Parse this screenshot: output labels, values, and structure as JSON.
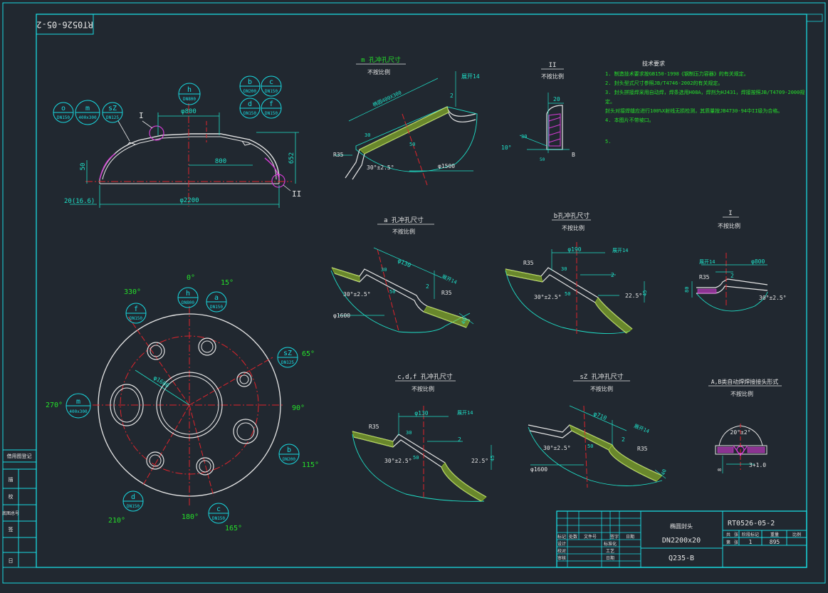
{
  "colors": {
    "background": "#212830",
    "border": "#19d9e0",
    "outline": "#e6e6e6",
    "centerline": "#e0242c",
    "dimension": "#1fe0c8",
    "text_green": "#25e02a",
    "magenta": "#d23cd2",
    "hatch": "#a6d62a"
  },
  "stamp": "RT0526-05-2",
  "main_view": {
    "balloons": [
      "o",
      "m",
      "sZ",
      "h",
      "b",
      "c",
      "d",
      "f"
    ],
    "balloon_dn": [
      "DN150",
      "400x300",
      "DN125",
      "DN800",
      "DN200",
      "DN150",
      "DN150",
      "DN150"
    ],
    "detail_mark_I": "I",
    "detail_mark_II": "II",
    "dims": {
      "phi800": "φ800",
      "d800": "800",
      "d652": "652",
      "d50": "50",
      "d20": "20(16.6)",
      "phi2200": "φ2200"
    }
  },
  "plan_view": {
    "angles": [
      "0°",
      "15°",
      "330°",
      "65°",
      "270°",
      "90°",
      "115°",
      "210°",
      "180°",
      "165°"
    ],
    "balloons": [
      "h",
      "a",
      "f",
      "sZ",
      "m",
      "b",
      "d",
      "c"
    ],
    "balloon_dn": [
      "DN800",
      "DN150",
      "DN150",
      "DN125",
      "400x300",
      "DN200",
      "DN150",
      "DN150"
    ],
    "phi_label": "φ1600"
  },
  "details": [
    {
      "title": "m 孔冲孔尺寸",
      "scale": "不按比例"
    },
    {
      "title": "II",
      "scale": "不按比例"
    },
    {
      "title": "a 孔冲孔尺寸",
      "scale": "不按比例"
    },
    {
      "title": "b孔冲孔尺寸",
      "scale": "不按比例"
    },
    {
      "title": "I",
      "scale": "不按比例"
    },
    {
      "title": "c,d,f 孔冲孔尺寸",
      "scale": "不按比例"
    },
    {
      "title": "sZ 孔冲孔尺寸",
      "scale": "不按比例"
    },
    {
      "title": "A,B类自动焊焊接接头形式",
      "scale": "不按比例"
    }
  ],
  "dim_texts": {
    "m": [
      "椭圆400X300",
      "2",
      "30",
      "R35",
      "30°±2.5°",
      "φ1500",
      "展开14",
      "50"
    ],
    "II": [
      "20",
      "30",
      "10°",
      "50",
      "B"
    ],
    "a": [
      "φ130",
      "30",
      "2",
      "展开14",
      "30°±2.5°",
      "R35",
      "50",
      "φ1600",
      "40"
    ],
    "b": [
      "φ190",
      "展开14",
      "R35",
      "30",
      "2",
      "30°±2.5°",
      "50",
      "22.5°",
      "45"
    ],
    "I": [
      "展开14",
      "φ800",
      "R35",
      "2",
      "80",
      "30°±2.5°"
    ],
    "cdf": [
      "φ130",
      "展开14",
      "R35",
      "30",
      "2",
      "30°±2.5°",
      "50",
      "22.5°",
      "45"
    ],
    "sZ": [
      "φ710",
      "展开14",
      "30°±2.5°",
      "R35",
      "2",
      "50",
      "φ1600",
      "40"
    ],
    "AB": [
      "20°±2°",
      "3+1.0",
      "8"
    ]
  },
  "tech_req": {
    "title": "技术要求",
    "items": [
      "1. 制造技术要求按GB150-1998《钢制压力容器》的有关规定。",
      "2. 封头型式尺寸参照JB/T4746-2002的有关规定。",
      "3. 封头拼接焊采用自动焊，焊条选用H08A，焊剂为HJ431，焊接按照JB/T4709-2000规",
      "   定。",
      "   封头对接焊缝应进行100%X射线无损检测，其质量按JB4730-94中II级为合格。",
      "4. 本图片不带坡口。",
      "5."
    ]
  },
  "left_strip": [
    "借用图登记",
    "描",
    "校",
    "底图总号",
    "签",
    "日"
  ],
  "title_block": {
    "name": "椭圆封头",
    "spec": "DN2200x20",
    "material": "Q235-B",
    "drawing_no": "RT0526-05-2",
    "hdr_row": [
      "标记",
      "处数",
      "文件号",
      "签字",
      "日期"
    ],
    "roles": [
      "设计",
      "校对",
      "审核"
    ],
    "roles2": [
      "标准化",
      "工艺",
      "日期"
    ],
    "info_hdr": [
      "共",
      "张",
      "阶段标记",
      "重量",
      "比例"
    ],
    "info_val": [
      "第",
      "张",
      "1",
      "895",
      ""
    ]
  }
}
